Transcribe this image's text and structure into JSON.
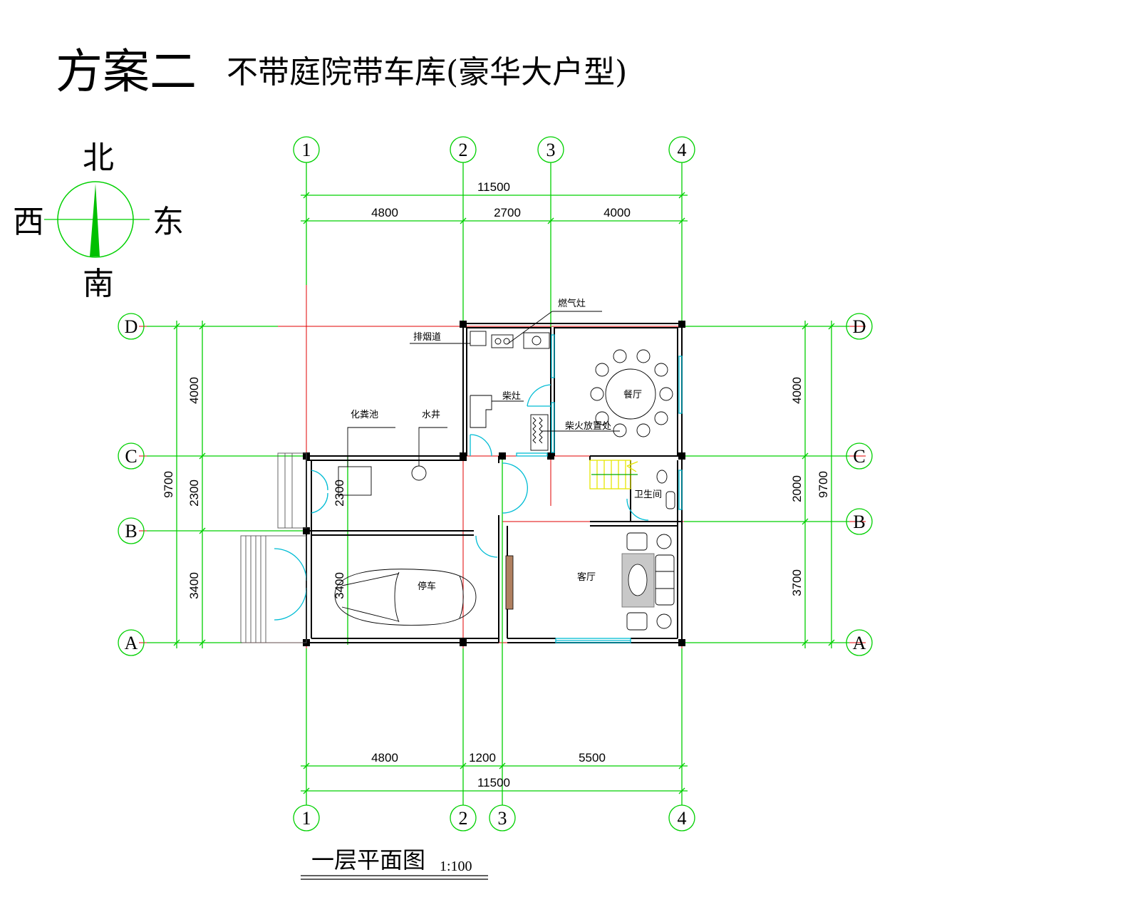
{
  "title": {
    "scheme": "方案二",
    "subtitle": "不带庭院带车库(豪华大户型)"
  },
  "compass": {
    "north": "北",
    "south": "南",
    "west": "西",
    "east": "东"
  },
  "axes": {
    "columns_top": [
      "1",
      "2",
      "3",
      "4"
    ],
    "columns_bottom": [
      "1",
      "2",
      "3",
      "4"
    ],
    "rows_left": [
      "D",
      "C",
      "B",
      "A"
    ],
    "rows_right": [
      "D",
      "C",
      "B",
      "A"
    ]
  },
  "dimensions": {
    "top_total": "11500",
    "top_segments": [
      "4800",
      "2700",
      "4000"
    ],
    "bottom_segments": [
      "4800",
      "1200",
      "5500"
    ],
    "bottom_total": "11500",
    "left_segments": [
      "4000",
      "2300",
      "3400"
    ],
    "left_total": "9700",
    "right_segments": [
      "4000",
      "2000",
      "3700"
    ],
    "right_total": "9700",
    "inner_garage": "3400",
    "inner_room": "2300"
  },
  "labels": {
    "chimney": "排烟道",
    "gas_stove": "燃气灶",
    "wood_stove": "柴灶",
    "firewood_storage": "柴火放置处",
    "dining": "餐厅",
    "septic": "化粪池",
    "well": "水井",
    "bathroom": "卫生间",
    "parking": "停车",
    "living": "客厅"
  },
  "drawing": {
    "name": "一层平面图",
    "scale": "1:100"
  },
  "colors": {
    "axis": "#00d000",
    "grid": "#e00000",
    "window": "#00bcd4",
    "stair": "#e6e600",
    "compass_needle": "#00c000"
  }
}
